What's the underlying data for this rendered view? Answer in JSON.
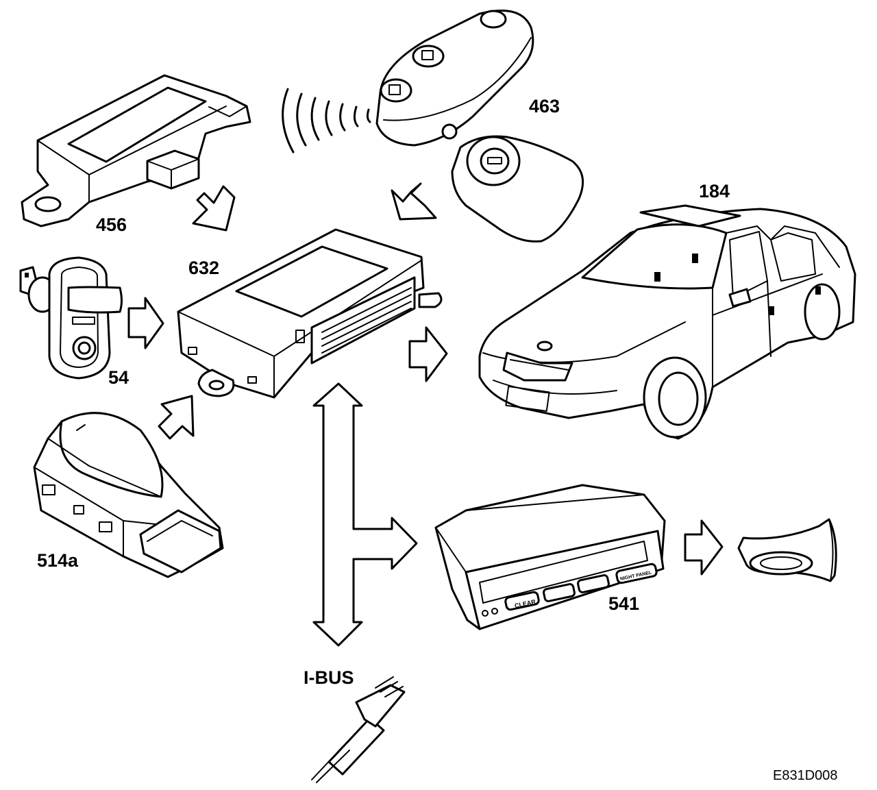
{
  "labels": {
    "alarm_unit": "456",
    "key_remote": "463",
    "control_module": "632",
    "vehicle": "184",
    "door_switch": "54",
    "rocker_switch": "514a",
    "display_panel": "541",
    "bus": "I-BUS",
    "figure_id": "E831D008"
  },
  "panel_text": {
    "clear_button": "CLEAR",
    "night_panel_button": "NIGHT PANEL"
  }
}
